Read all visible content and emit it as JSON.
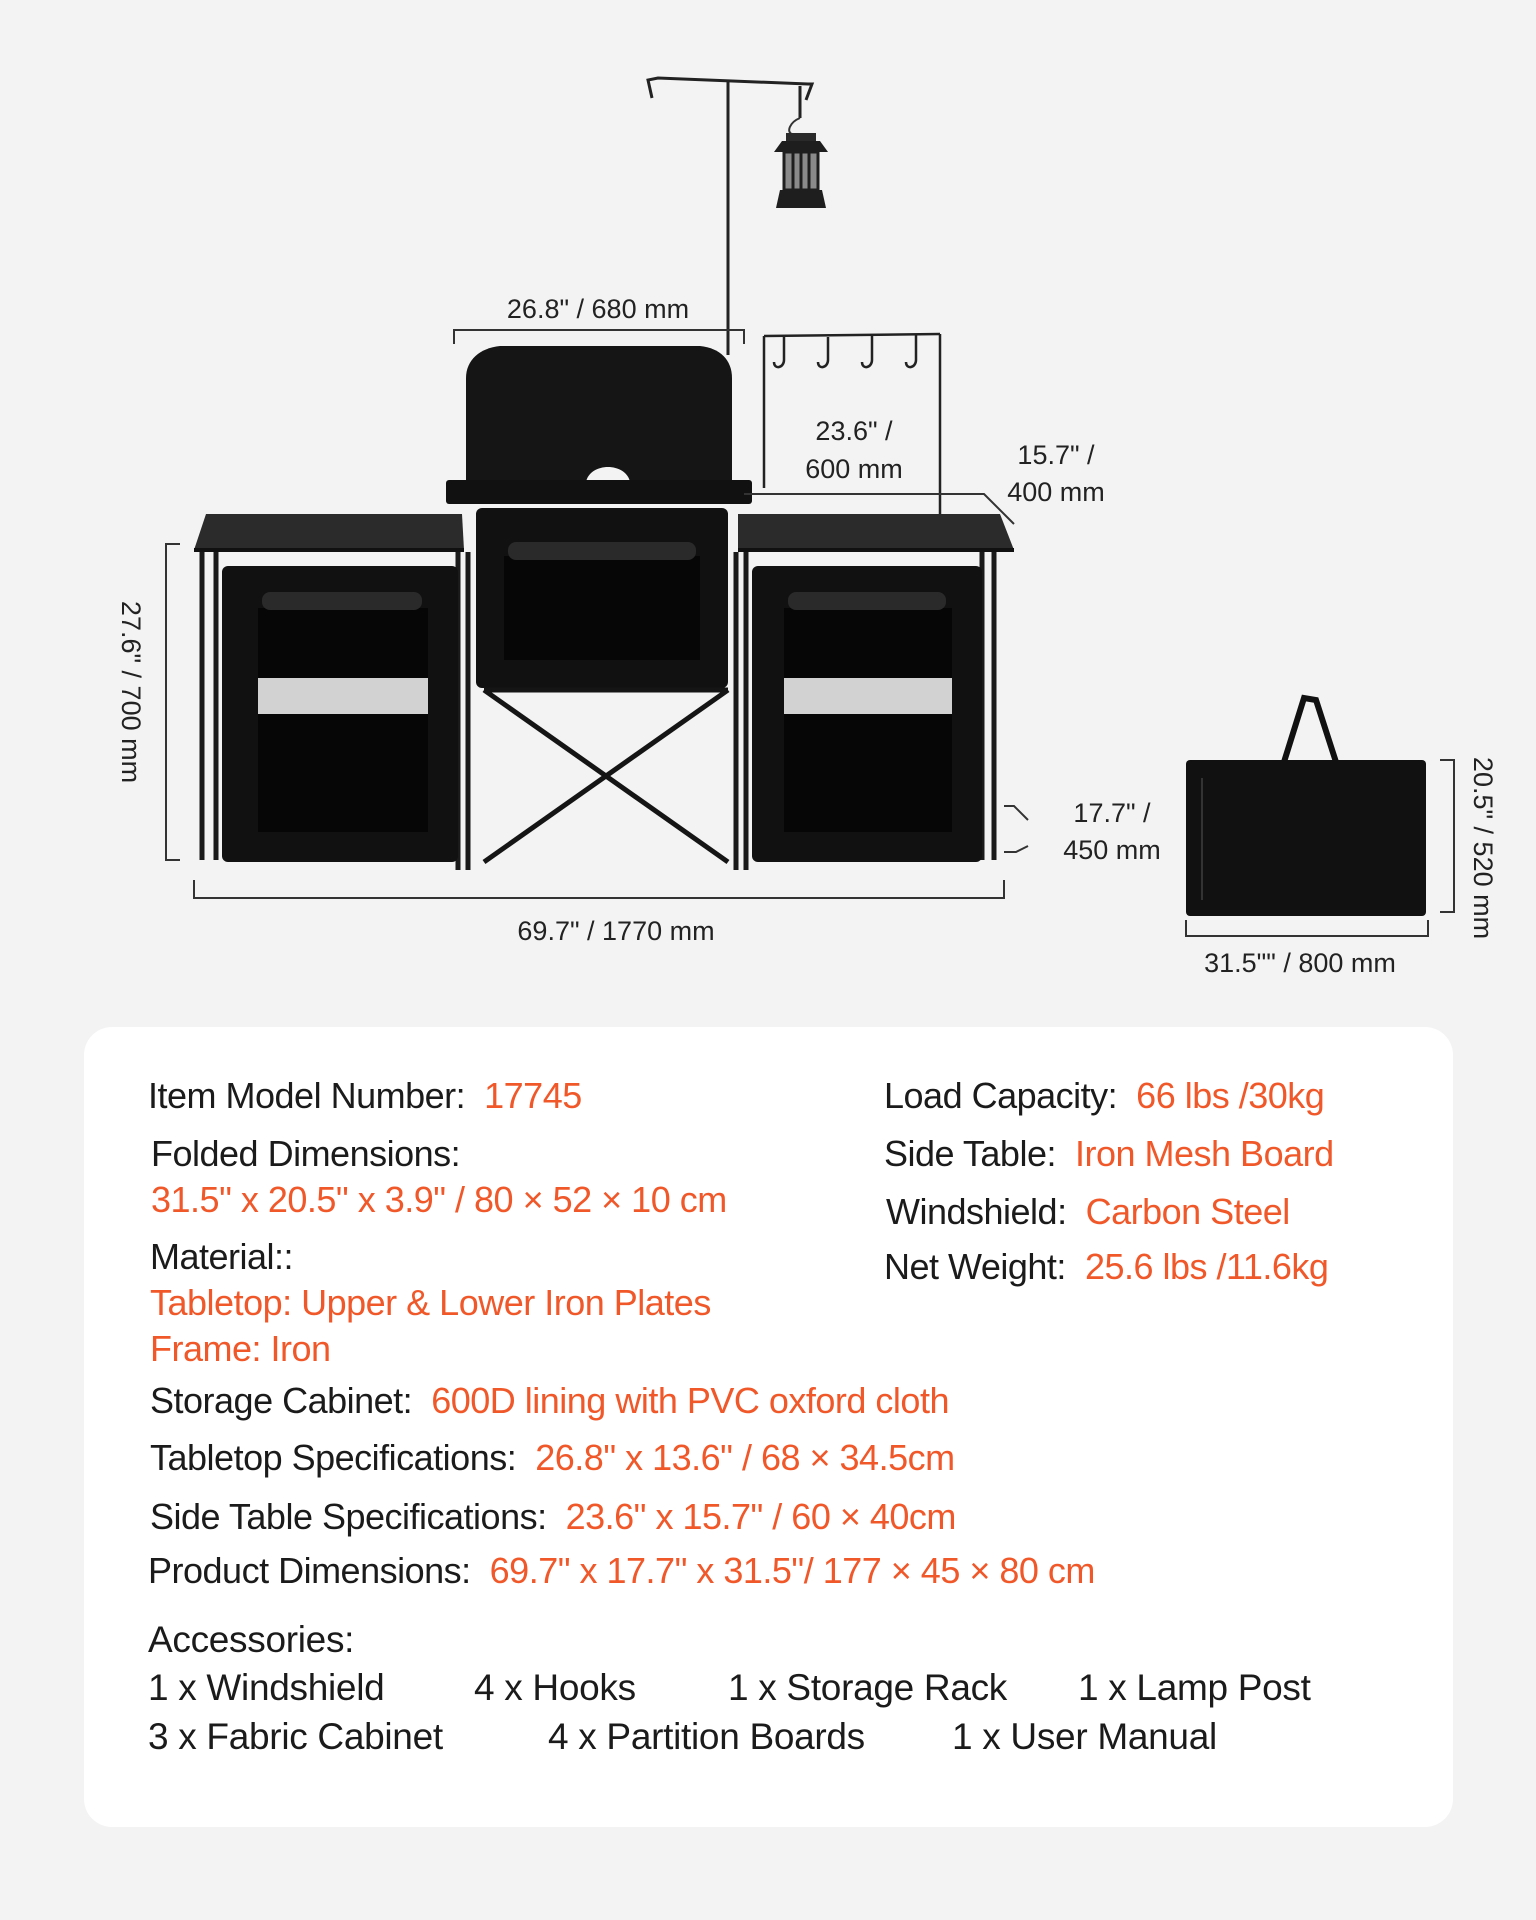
{
  "dimensions": {
    "windshield_width": "26.8\" / 680 mm",
    "side_table_width_line1": "23.6\" /",
    "side_table_width_line2": "600 mm",
    "side_table_depth_line1": "15.7\" /",
    "side_table_depth_line2": "400 mm",
    "table_height": "27.6\" / 700 mm",
    "cabinet_depth_line1": "17.7\" /",
    "cabinet_depth_line2": "450 mm",
    "total_length": "69.7\" / 1770 mm",
    "bag_width": "31.5\"\" / 800 mm",
    "bag_height": "20.5\" / 520 mm"
  },
  "specs": {
    "model_label": "Item Model Number:",
    "model_value": "17745",
    "folded_label": "Folded Dimensions:",
    "folded_value": "31.5\" x 20.5\" x 3.9\" / 80 × 52 × 10 cm",
    "material_label": "Material::",
    "material_value1": "Tabletop: Upper & Lower Iron Plates",
    "material_value2": "Frame: Iron",
    "storage_label": "Storage Cabinet:",
    "storage_value": "600D lining with PVC oxford cloth",
    "tabletop_label": "Tabletop Specifications:",
    "tabletop_value": "26.8\" x 13.6\" / 68 × 34.5cm",
    "side_spec_label": "Side Table Specifications:",
    "side_spec_value": "23.6\" x 15.7\" / 60 × 40cm",
    "product_label": "Product Dimensions:",
    "product_value": "69.7\" x 17.7\" x 31.5\"/ 177 × 45 × 80 cm",
    "load_label": "Load Capacity:",
    "load_value": "66 lbs /30kg",
    "side_table_label": "Side Table:",
    "side_table_value": "Iron Mesh Board",
    "windshield_label": "Windshield:",
    "windshield_value": "Carbon Steel",
    "weight_label": "Net Weight:",
    "weight_value": "25.6 lbs /11.6kg"
  },
  "accessories": {
    "title": "Accessories:",
    "items": [
      "1 x Windshield",
      "4 x Hooks",
      "1 x Storage Rack",
      "1 x Lamp Post",
      "3 x Fabric Cabinet",
      "4 x Partition Boards",
      "1 x User Manual"
    ]
  },
  "colors": {
    "accent": "#f0582a",
    "text": "#1b1b1b",
    "background": "#f3f3f3",
    "card": "#ffffff"
  }
}
